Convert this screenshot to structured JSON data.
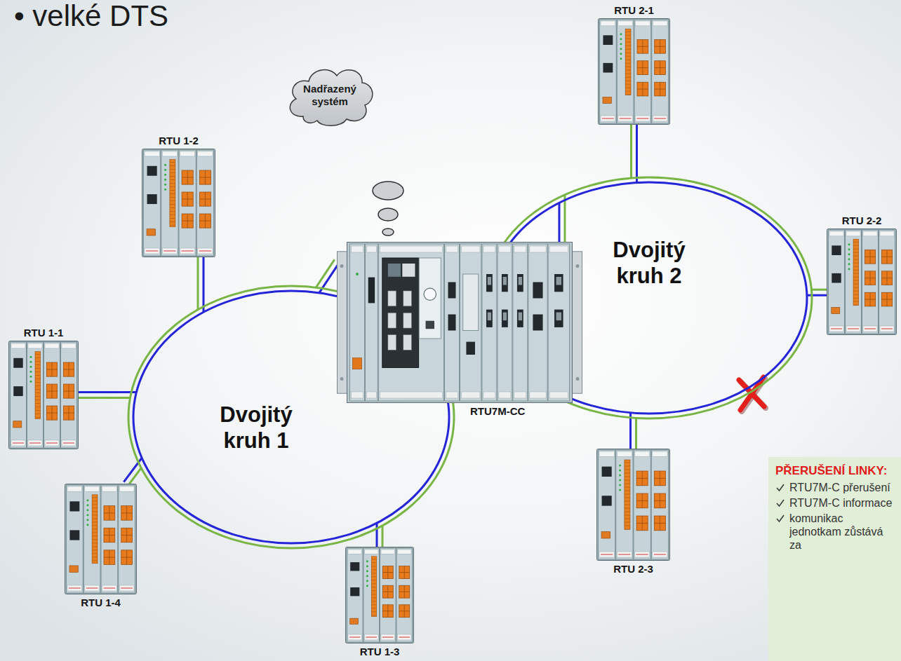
{
  "diagram": {
    "title": "• velké DTS",
    "nodes": [
      {
        "text": [
          "RTU 2-1"
        ]
      },
      {
        "text": [
          "Nadřazený systém"
        ]
      },
      {
        "text": [
          "RTU 1-2"
        ]
      },
      {
        "text": [
          "Dvojitý kruh 2"
        ]
      },
      {
        "text": [
          "RTU 2-2"
        ]
      },
      {
        "text": [
          "RTU 1-1"
        ]
      },
      {
        "text": [
          "Dvojitý kruh 1"
        ]
      },
      {
        "text": [
          "RTU7M-CC"
        ]
      },
      {
        "text": [
          "RTU 2-3"
        ]
      },
      {
        "text": [
          "PŘERUŠENÍ LINKY:",
          "RTU7M-C přerušení",
          "RTU7M-C informace",
          "komunikac jednotkam zůstává za"
        ]
      },
      {
        "text": [
          "RTU 1-4"
        ]
      },
      {
        "text": [
          "RTU 1-3"
        ]
      }
    ],
    "edges": [
      {
        "from": 0,
        "to": 3,
        "arrow": "none"
      },
      {
        "from": 2,
        "to": 6,
        "arrow": "none"
      },
      {
        "from": 4,
        "to": 3,
        "arrow": "none"
      },
      {
        "from": 5,
        "to": 6,
        "arrow": "none"
      },
      {
        "from": 7,
        "to": 6,
        "arrow": "none"
      },
      {
        "from": 7,
        "to": 3,
        "arrow": "none"
      },
      {
        "from": 8,
        "to": 3,
        "arrow": "none"
      },
      {
        "from": 10,
        "to": 6,
        "arrow": "none"
      },
      {
        "from": 11,
        "to": 6,
        "arrow": "none"
      }
    ]
  }
}
